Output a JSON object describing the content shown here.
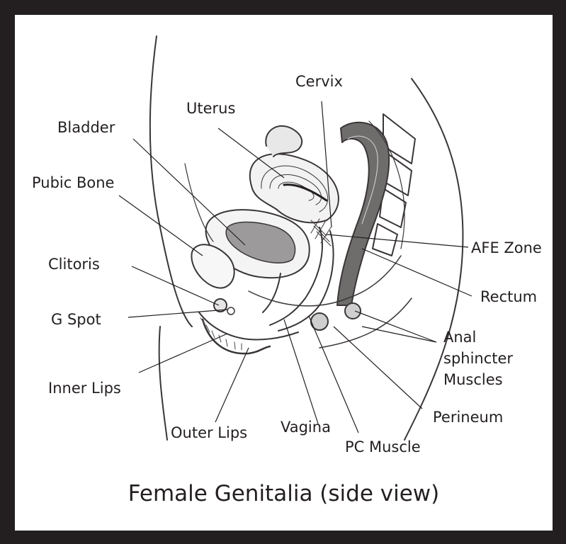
{
  "title": "Female Genitalia (side view)",
  "labels": {
    "cervix": "Cervix",
    "uterus": "Uterus",
    "bladder": "Bladder",
    "pubic_bone": "Pubic Bone",
    "clitoris": "Clitoris",
    "g_spot": "G Spot",
    "inner_lips": "Inner Lips",
    "outer_lips": "Outer Lips",
    "vagina": "Vagina",
    "pc_muscle": "PC Muscle",
    "perineum": "Perineum",
    "anal_sphincter": [
      "Anal",
      "sphincter",
      "Muscles"
    ],
    "rectum": "Rectum",
    "afe_zone": "AFE Zone"
  },
  "colors": {
    "frame": "#231f20",
    "background": "#ffffff",
    "ink": "#231f20"
  }
}
